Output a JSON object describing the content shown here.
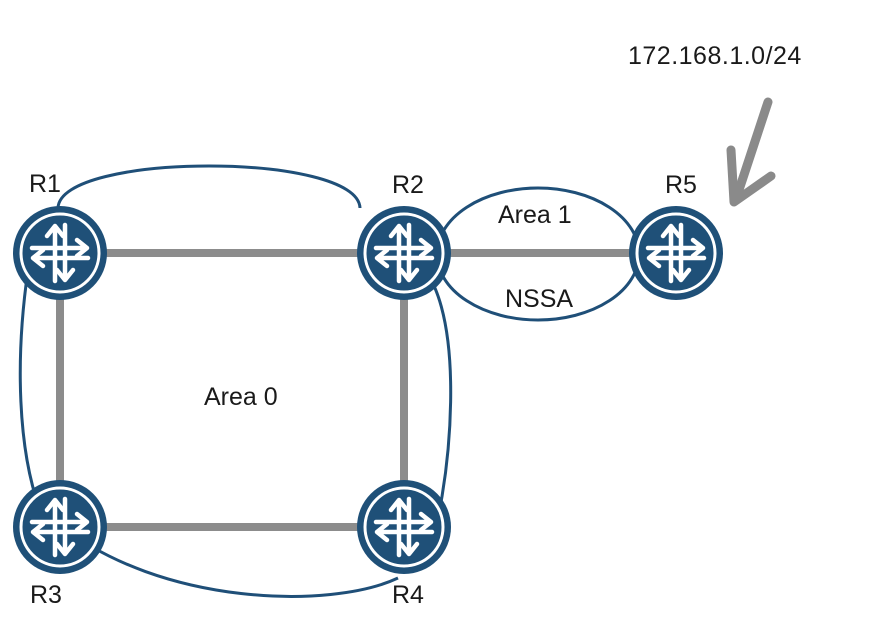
{
  "diagram": {
    "routers": [
      {
        "id": "R1",
        "label": "R1"
      },
      {
        "id": "R2",
        "label": "R2"
      },
      {
        "id": "R3",
        "label": "R3"
      },
      {
        "id": "R4",
        "label": "R4"
      },
      {
        "id": "R5",
        "label": "R5"
      }
    ],
    "links": [
      {
        "from": "R1",
        "to": "R2"
      },
      {
        "from": "R1",
        "to": "R3"
      },
      {
        "from": "R2",
        "to": "R4"
      },
      {
        "from": "R3",
        "to": "R4"
      },
      {
        "from": "R2",
        "to": "R5"
      }
    ],
    "areas": {
      "area0": {
        "label": "Area 0",
        "members": [
          "R1",
          "R2",
          "R3",
          "R4"
        ]
      },
      "area1": {
        "label": "Area 1",
        "type_label": "NSSA",
        "members": [
          "R2",
          "R5"
        ]
      }
    },
    "external_network": {
      "label": "172.168.1.0/24",
      "attached_to": "R5"
    },
    "colors": {
      "router_fill": "#1f5078",
      "router_ring": "#ffffff",
      "link": "#8c8c8c",
      "area_outline": "#1f4f78",
      "arrow": "#8a8a8a"
    }
  }
}
